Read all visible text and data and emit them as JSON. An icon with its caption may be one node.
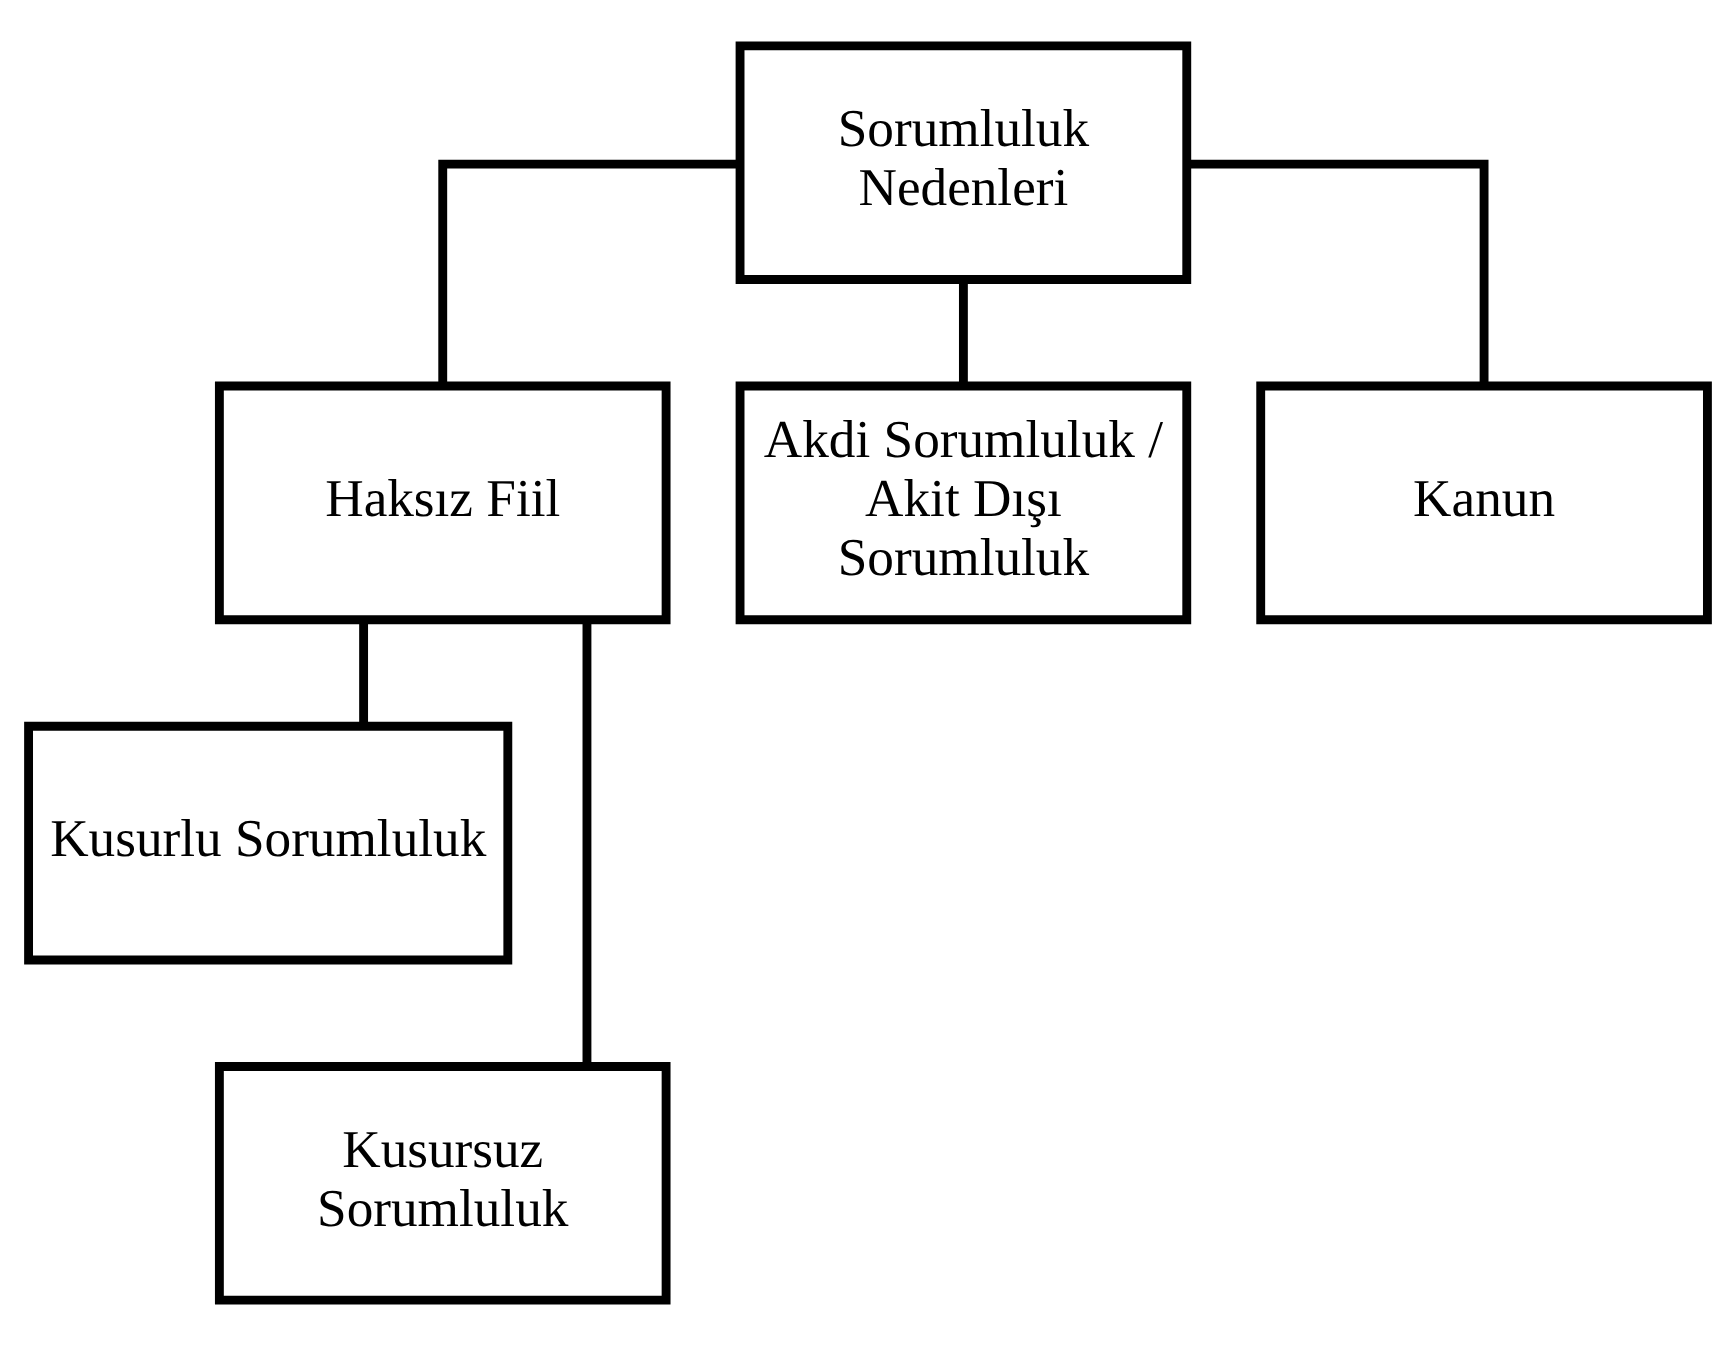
{
  "diagram": {
    "nodes": [
      {
        "text": [
          "Sorumluluk Nedenleri"
        ]
      },
      {
        "text": [
          "Haksız Fiil"
        ]
      },
      {
        "text": [
          "Akdi Sorumluluk / Akit Dışı Sorumluluk"
        ]
      },
      {
        "text": [
          "Kanun"
        ]
      },
      {
        "text": [
          "Kusurlu Sorumluluk"
        ]
      },
      {
        "text": [
          "Kusursuz Sorumluluk"
        ]
      }
    ],
    "edges": [
      {
        "from": 0,
        "to": 1,
        "arrow": "none"
      },
      {
        "from": 0,
        "to": 2,
        "arrow": "none"
      },
      {
        "from": 0,
        "to": 3,
        "arrow": "none"
      },
      {
        "from": 1,
        "to": 4,
        "arrow": "none"
      },
      {
        "from": 1,
        "to": 5,
        "arrow": "none"
      }
    ]
  }
}
